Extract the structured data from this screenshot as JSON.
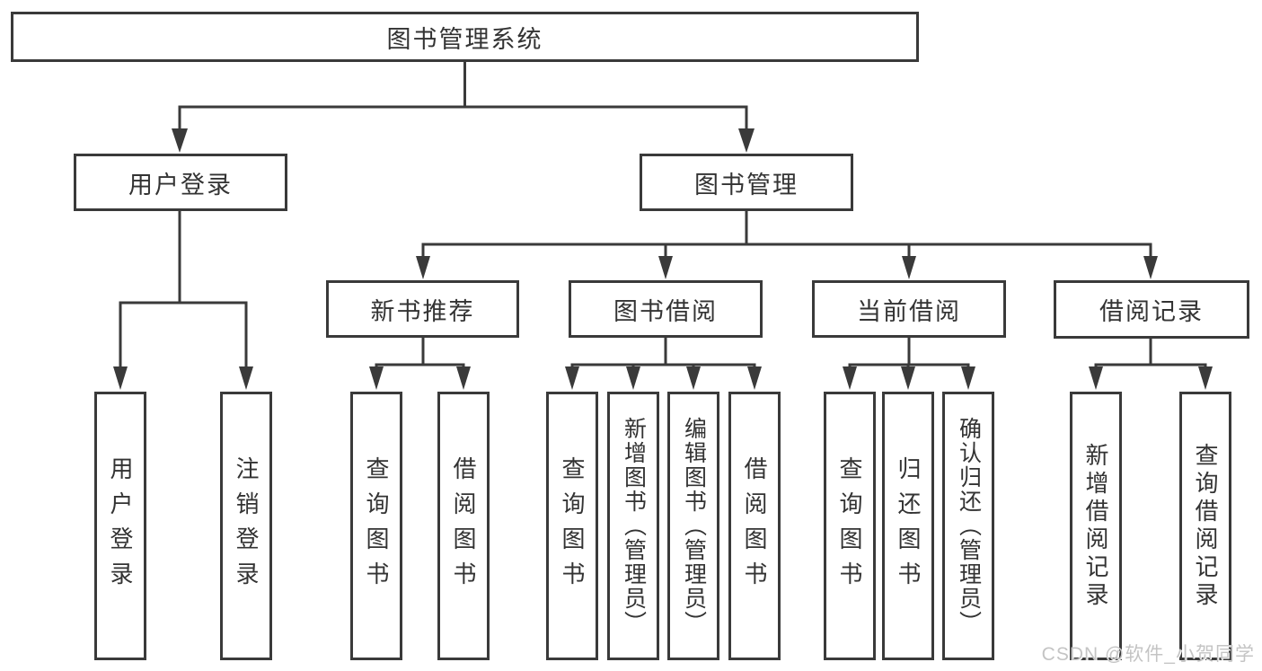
{
  "tree": {
    "root": {
      "label": "图书管理系统"
    },
    "login": {
      "label": "用户登录",
      "leaves": [
        {
          "label": "用户登录"
        },
        {
          "label": "注销登录"
        }
      ]
    },
    "mgmt": {
      "label": "图书管理",
      "groups": [
        {
          "label": "新书推荐",
          "leaves": [
            {
              "label": "查询图书"
            },
            {
              "label": "借阅图书"
            }
          ]
        },
        {
          "label": "图书借阅",
          "leaves": [
            {
              "label": "查询图书"
            },
            {
              "label": "新增图书（管理员）"
            },
            {
              "label": "编辑图书（管理员）"
            },
            {
              "label": "借阅图书"
            }
          ]
        },
        {
          "label": "当前借阅",
          "leaves": [
            {
              "label": "查询图书"
            },
            {
              "label": "归还图书"
            },
            {
              "label": "确认归还（管理员）"
            }
          ]
        },
        {
          "label": "借阅记录",
          "leaves": [
            {
              "label": "新增借阅记录"
            },
            {
              "label": "查询借阅记录"
            }
          ]
        }
      ]
    }
  },
  "watermark": {
    "text": "CSDN @软件_小贺同学"
  },
  "colors": {
    "line": "#3a3a3a",
    "text": "#333333",
    "background": "#ffffff",
    "watermark": "#c4c4c4"
  }
}
